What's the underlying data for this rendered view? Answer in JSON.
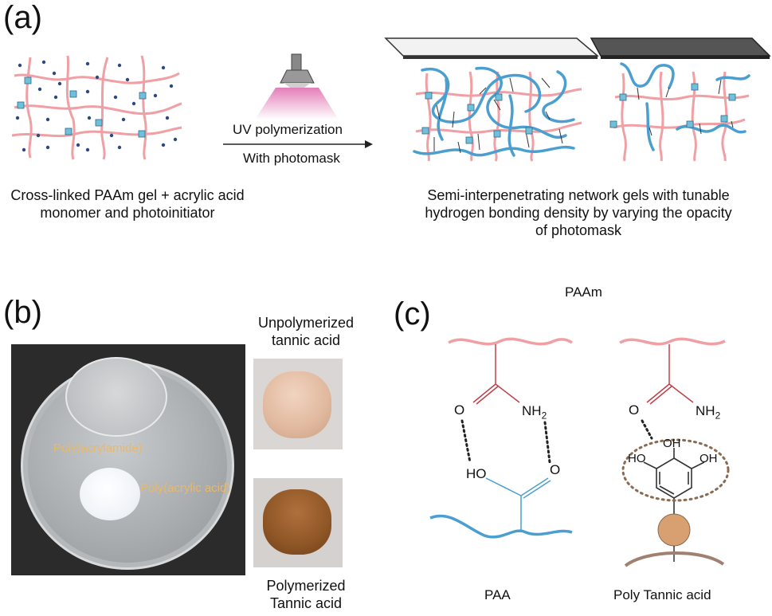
{
  "panels": {
    "a": {
      "label": "(a)",
      "arrow_top": "UV polymerization",
      "arrow_bottom": "With photomask",
      "left_caption_line1": "Cross-linked PAAm gel + acrylic acid",
      "left_caption_line2": "monomer and photoinitiator",
      "right_caption_line1": "Semi-interpenetrating network gels with tunable",
      "right_caption_line2": "hydrogen bonding density by varying the opacity",
      "right_caption_line3": "of photomask"
    },
    "b": {
      "label": "(b)",
      "dish_label_1": "Poly(acrylamide)",
      "dish_label_2": "Poly(acrylic acid)",
      "top_caption_line1": "Unpolymerized",
      "top_caption_line2": "tannic acid",
      "bottom_caption_line1": "Polymerized",
      "bottom_caption_line2": "Tannic acid"
    },
    "c": {
      "label": "(c)",
      "top_label": "PAAm",
      "left_bottom_label": "PAA",
      "right_bottom_label": "Poly Tannic acid",
      "atoms": {
        "o": "O",
        "nh2_main": "NH",
        "nh2_sub": "2",
        "ho": "HO",
        "oh": "OH"
      }
    }
  },
  "colors": {
    "paam": "#f0a0a4",
    "paam_dark": "#c0404a",
    "paa": "#4a9fd0",
    "crosslinker": "#6fc0d8",
    "monomer_dot": "#2c4a80",
    "mask_light": "#f2f2f2",
    "mask_dark": "#555555",
    "uv_pink": "#e070b0",
    "tannic_bead": "#d8a070",
    "tannic_backbone": "#a08070"
  }
}
